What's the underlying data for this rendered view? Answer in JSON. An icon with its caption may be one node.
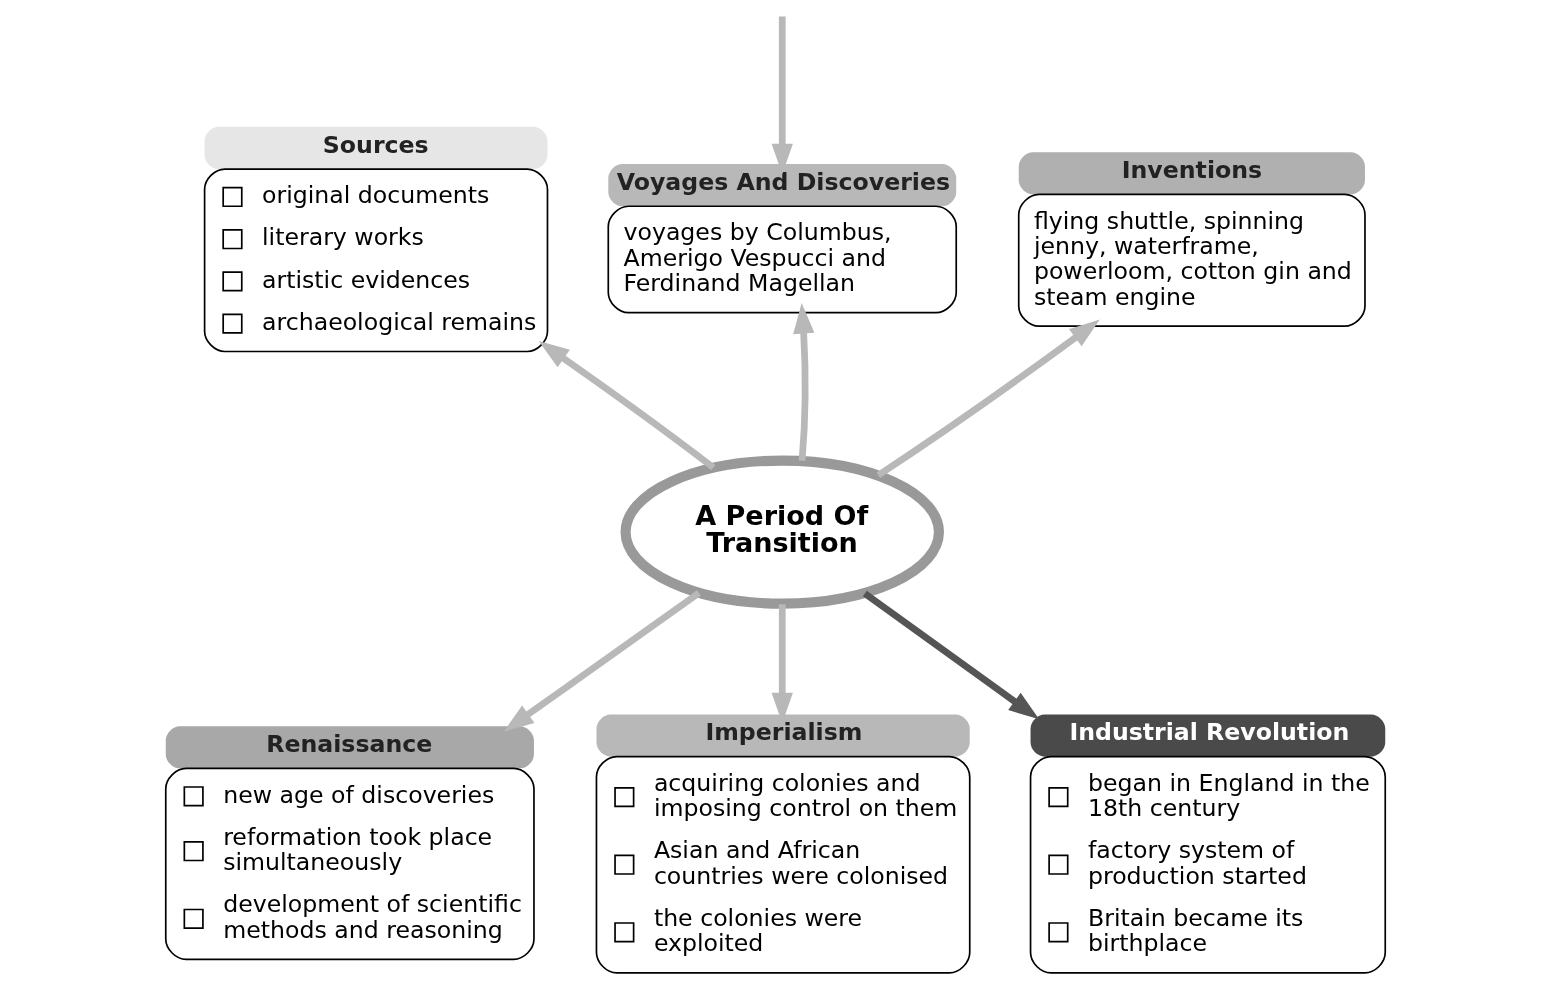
{
  "diagram": {
    "nodes": [
      {
        "text": [
          "Sources",
          "original documents",
          "literary works",
          "artistic evidences",
          "archaeological remains"
        ]
      },
      {
        "text": [
          "Voyages And Discoveries",
          "voyages by Columbus, Amerigo Vespucci and Ferdinand Magellan"
        ]
      },
      {
        "text": [
          "Inventions",
          "flying shuttle, spinning jenny, waterframe, powerloom, cotton gin and steam engine"
        ]
      },
      {
        "text": [
          "A Period Of Transition"
        ]
      },
      {
        "text": [
          "Renaissance",
          "new age of discoveries",
          "reformation took place simultaneously",
          "development of scientific methods and reasoning"
        ]
      },
      {
        "text": [
          "Imperialism",
          "acquiring colonies and imposing control on them",
          "Asian and African countries were colonised",
          "the colonies were exploited"
        ]
      },
      {
        "text": [
          "Industrial Revolution",
          "began in England in the 18th century",
          "factory system of production started",
          "Britain became its birthplace"
        ]
      }
    ],
    "edges": [
      {
        "from": null,
        "to": 1,
        "arrow": "to"
      },
      {
        "from": 3,
        "to": 0,
        "arrow": "to"
      },
      {
        "from": 3,
        "to": 1,
        "arrow": "to"
      },
      {
        "from": 3,
        "to": 2,
        "arrow": "to"
      },
      {
        "from": 3,
        "to": 4,
        "arrow": "to"
      },
      {
        "from": 3,
        "to": 5,
        "arrow": "to"
      },
      {
        "from": 3,
        "to": 6,
        "arrow": "to",
        "color": "#555555"
      }
    ]
  }
}
